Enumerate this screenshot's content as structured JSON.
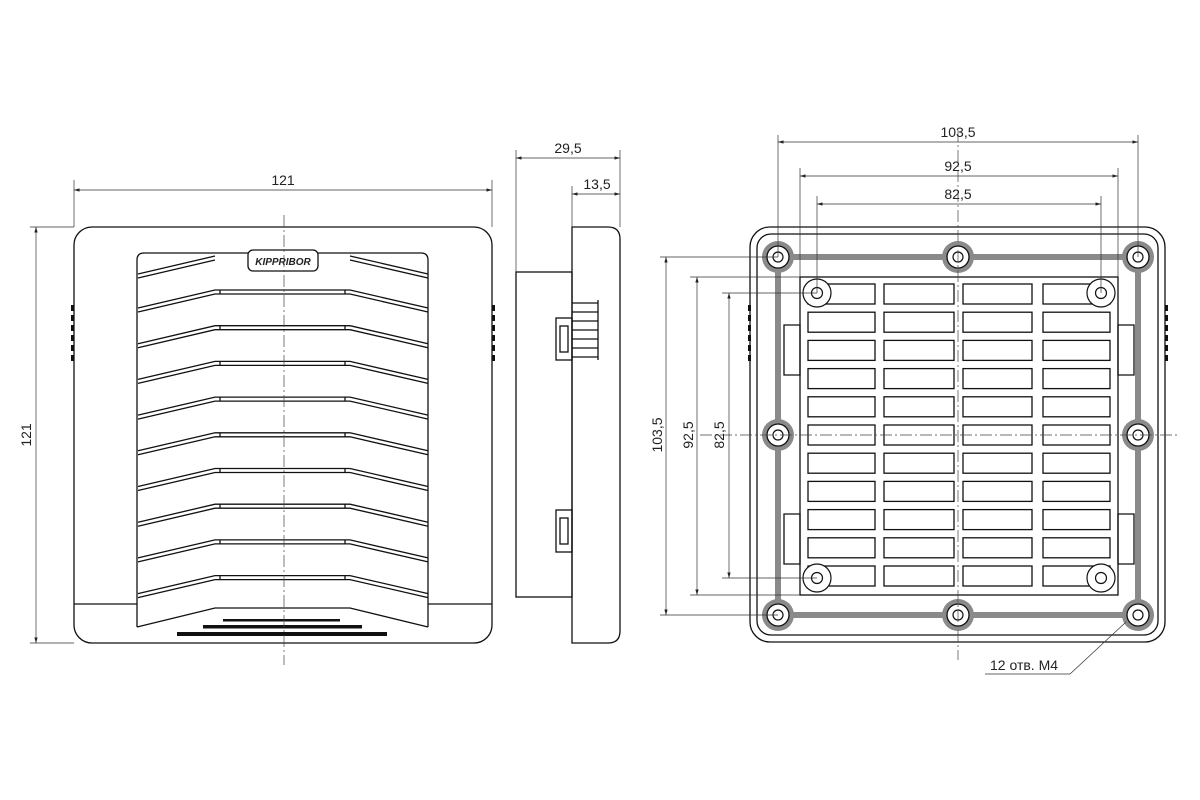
{
  "front_view": {
    "width_dim": "121",
    "height_dim": "121",
    "logo": "KIPPRIBOR"
  },
  "side_view": {
    "depth_total_dim": "29,5",
    "depth_flange_dim": "13,5"
  },
  "rear_view": {
    "outer_dim_h": "103,5",
    "mid_dim_h": "92,5",
    "inner_dim_h": "82,5",
    "outer_dim_v": "103,5",
    "mid_dim_v": "92,5",
    "inner_dim_v": "82,5",
    "holes_note": "12 отв. M4"
  },
  "colors": {
    "line": "#111111",
    "gasket": "#8a8a8a"
  }
}
